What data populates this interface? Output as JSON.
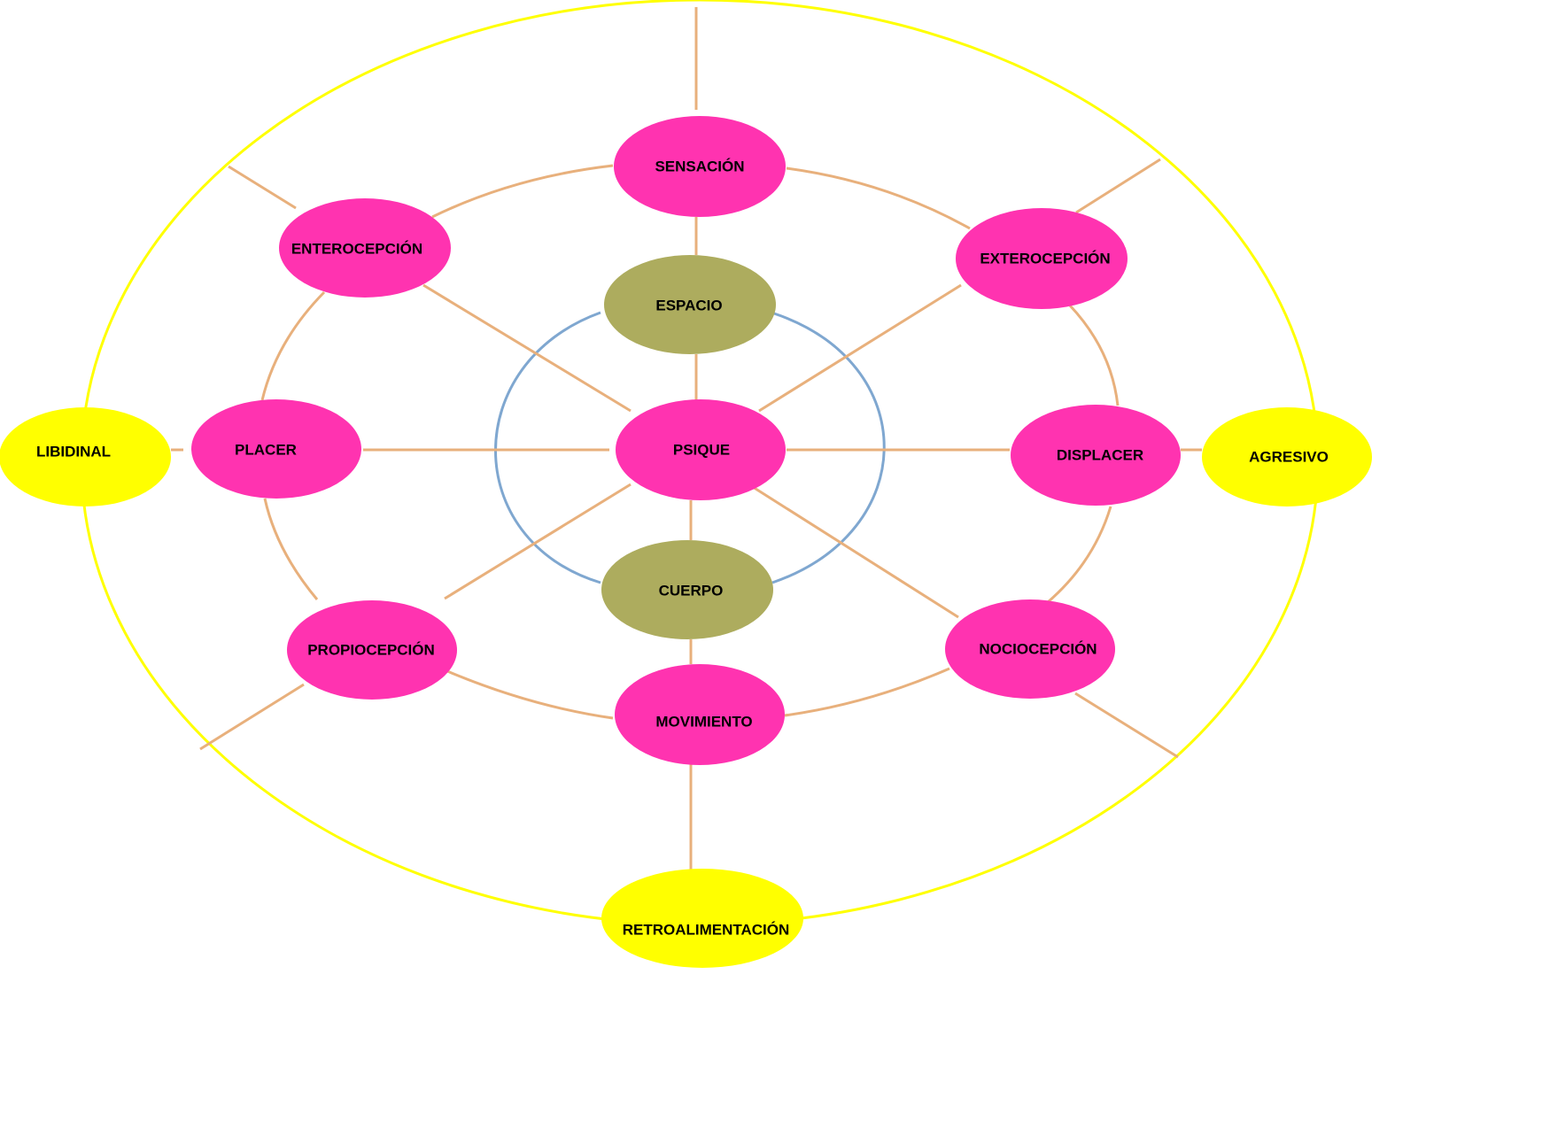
{
  "title": "Psique concept map",
  "colors": {
    "primary_node": "#ff33b0",
    "inner_node": "#adac5e",
    "outer_node": "#ffff00",
    "connector": "#e8b07c",
    "inner_ring": "#7fa7d0",
    "outer_ring": "#ffff00",
    "label": "#000000"
  },
  "nodes": {
    "center": {
      "label": "PSIQUE",
      "group": "primary"
    },
    "inner": [
      {
        "key": "espacio",
        "label": "ESPACIO",
        "group": "inner"
      },
      {
        "key": "cuerpo",
        "label": "CUERPO",
        "group": "inner"
      }
    ],
    "middle": [
      {
        "key": "sensacion",
        "label": "SENSACIÓN",
        "group": "primary"
      },
      {
        "key": "exterocepcion",
        "label": "EXTEROCEPCIÓN",
        "group": "primary"
      },
      {
        "key": "displacer",
        "label": "DISPLACER",
        "group": "primary"
      },
      {
        "key": "nociocepcion",
        "label": "NOCIOCEPCIÓN",
        "group": "primary"
      },
      {
        "key": "movimiento",
        "label": "MOVIMIENTO",
        "group": "primary"
      },
      {
        "key": "propiocepcion",
        "label": "PROPIOCEPCIÓN",
        "group": "primary"
      },
      {
        "key": "placer",
        "label": "PLACER",
        "group": "primary"
      },
      {
        "key": "enterocepcion",
        "label": "ENTEROCEPCIÓN",
        "group": "primary"
      }
    ],
    "outer": [
      {
        "key": "libidinal",
        "label": "LIBIDINAL",
        "group": "outer"
      },
      {
        "key": "agresivo",
        "label": "AGRESIVO",
        "group": "outer"
      },
      {
        "key": "retroalimentacion",
        "label": "RETROALIMENTACIÓN",
        "group": "outer"
      }
    ]
  },
  "edges": [
    [
      "psique",
      "espacio"
    ],
    [
      "espacio",
      "sensacion"
    ],
    [
      "psique",
      "cuerpo"
    ],
    [
      "cuerpo",
      "movimiento"
    ],
    [
      "psique",
      "placer"
    ],
    [
      "psique",
      "displacer"
    ],
    [
      "psique",
      "enterocepcion"
    ],
    [
      "psique",
      "exterocepcion"
    ],
    [
      "psique",
      "propiocepcion"
    ],
    [
      "psique",
      "nociocepcion"
    ],
    [
      "placer",
      "libidinal"
    ],
    [
      "displacer",
      "agresivo"
    ],
    [
      "movimiento",
      "retroalimentacion"
    ]
  ]
}
